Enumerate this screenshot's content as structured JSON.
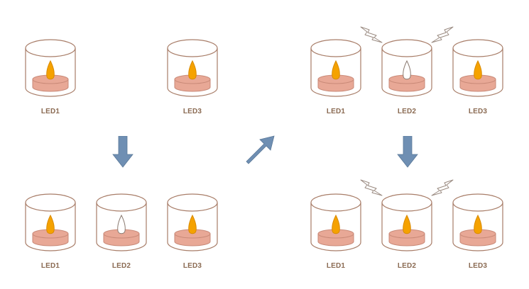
{
  "colors": {
    "glass_stroke": "#a87d68",
    "candle_fill": "#e8a896",
    "candle_stroke": "#c98a78",
    "flame_on": "#f5a200",
    "flame_on_stroke": "#d98a00",
    "flame_off": "#ffffff",
    "flame_off_stroke": "#8a7a70",
    "label": "#8a6a52",
    "arrow": "#6f8fb3",
    "spark": "#9a8a80"
  },
  "panels": [
    {
      "id": "top-left",
      "units": [
        {
          "label": "LED1",
          "flame": "on"
        },
        {
          "label": "LED3",
          "flame": "on"
        }
      ]
    },
    {
      "id": "bottom-left",
      "units": [
        {
          "label": "LED1",
          "flame": "on"
        },
        {
          "label": "LED2",
          "flame": "off"
        },
        {
          "label": "LED3",
          "flame": "on"
        }
      ]
    },
    {
      "id": "top-right",
      "units": [
        {
          "label": "LED1",
          "flame": "on"
        },
        {
          "label": "LED2",
          "flame": "off"
        },
        {
          "label": "LED3",
          "flame": "on"
        }
      ]
    },
    {
      "id": "bottom-right",
      "units": [
        {
          "label": "LED1",
          "flame": "on"
        },
        {
          "label": "LED2",
          "flame": "on"
        },
        {
          "label": "LED3",
          "flame": "on"
        }
      ]
    }
  ]
}
